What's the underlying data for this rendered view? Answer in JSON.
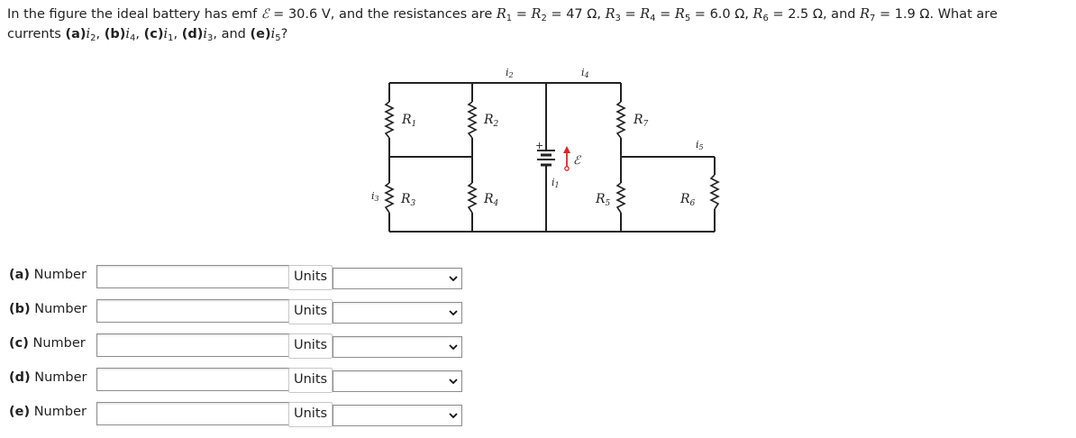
{
  "question": {
    "part1": "In the figure the ideal battery has emf ",
    "emf_symbol": "ℰ",
    "part2": " = 30.6 V, and the resistances are ",
    "r_eq_1": "R",
    "r_eq_1_sub": "1",
    "eq_a": " = ",
    "r_eq_2": "R",
    "r_eq_2_sub": "2",
    "val_a": " = 47 Ω, ",
    "r_eq_3": "R",
    "r_eq_3_sub": "3",
    "eq_b": " = ",
    "r_eq_4": "R",
    "r_eq_4_sub": "4",
    "eq_c": " = ",
    "r_eq_5": "R",
    "r_eq_5_sub": "5",
    "val_b": " = 6.0 Ω, ",
    "r_eq_6": "R",
    "r_eq_6_sub": "6",
    "val_c": " = 2.5 Ω, and ",
    "r_eq_7": "R",
    "r_eq_7_sub": "7",
    "val_d": " = 1.9 Ω. What are",
    "part3": "currents ",
    "pa": "(a)",
    "ia": "i",
    "ia_sub": "2",
    "sep1": ", ",
    "pb": "(b)",
    "ib": "i",
    "ib_sub": "4",
    "sep2": ", ",
    "pc": "(c)",
    "ic": "i",
    "ic_sub": "1",
    "sep3": ", ",
    "pd": "(d)",
    "id": "i",
    "id_sub": "3",
    "sep4": ", and ",
    "pe": "(e)",
    "ie": "i",
    "ie_sub": "5",
    "end": "?"
  },
  "figure": {
    "labels": {
      "R1": "R",
      "R1_sub": "1",
      "R2": "R",
      "R2_sub": "2",
      "R3": "R",
      "R3_sub": "3",
      "R4": "R",
      "R4_sub": "4",
      "R5": "R",
      "R5_sub": "5",
      "R6": "R",
      "R6_sub": "6",
      "R7": "R",
      "R7_sub": "7",
      "i1": "i",
      "i1_sub": "1",
      "i2": "i",
      "i2_sub": "2",
      "i3": "i",
      "i3_sub": "3",
      "i4": "i",
      "i4_sub": "4",
      "i5": "i",
      "i5_sub": "5",
      "emf": "ℰ",
      "plus": "+"
    }
  },
  "answers": [
    {
      "part": "(a)",
      "label": "Number",
      "value": "",
      "units_label": "Units",
      "units_value": ""
    },
    {
      "part": "(b)",
      "label": "Number",
      "value": "",
      "units_label": "Units",
      "units_value": ""
    },
    {
      "part": "(c)",
      "label": "Number",
      "value": "",
      "units_label": "Units",
      "units_value": ""
    },
    {
      "part": "(d)",
      "label": "Number",
      "value": "",
      "units_label": "Units",
      "units_value": ""
    },
    {
      "part": "(e)",
      "label": "Number",
      "value": "",
      "units_label": "Units",
      "units_value": ""
    }
  ],
  "colors": {
    "text": "#222222",
    "input_border": "#8e8e8e",
    "wire": "#222222",
    "arrow": "#d62728"
  }
}
